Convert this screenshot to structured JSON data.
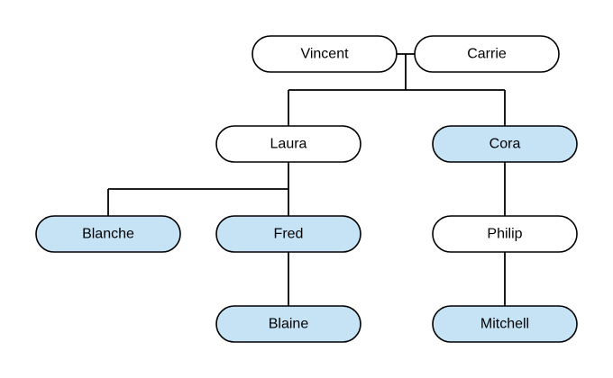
{
  "colors": {
    "plain_fill": "#ffffff",
    "highlight_fill": "#c6e3f5",
    "outline": "#000000"
  },
  "nodes": [
    {
      "id": "vincent",
      "label": "Vincent",
      "highlighted": false
    },
    {
      "id": "carrie",
      "label": "Carrie",
      "highlighted": false
    },
    {
      "id": "laura",
      "label": "Laura",
      "highlighted": false
    },
    {
      "id": "cora",
      "label": "Cora",
      "highlighted": true
    },
    {
      "id": "blanche",
      "label": "Blanche",
      "highlighted": true
    },
    {
      "id": "fred",
      "label": "Fred",
      "highlighted": true
    },
    {
      "id": "philip",
      "label": "Philip",
      "highlighted": false
    },
    {
      "id": "blaine",
      "label": "Blaine",
      "highlighted": true
    },
    {
      "id": "mitchell",
      "label": "Mitchell",
      "highlighted": true
    }
  ],
  "relations": [
    {
      "type": "couple",
      "a": "vincent",
      "b": "carrie"
    },
    {
      "type": "children",
      "parents": [
        "vincent",
        "carrie"
      ],
      "children": [
        "laura",
        "cora"
      ]
    },
    {
      "type": "children",
      "parents": [
        "laura"
      ],
      "children": [
        "blanche",
        "fred"
      ]
    },
    {
      "type": "children",
      "parents": [
        "fred"
      ],
      "children": [
        "blaine"
      ]
    },
    {
      "type": "children",
      "parents": [
        "cora"
      ],
      "children": [
        "philip"
      ]
    },
    {
      "type": "children",
      "parents": [
        "philip"
      ],
      "children": [
        "mitchell"
      ]
    }
  ]
}
